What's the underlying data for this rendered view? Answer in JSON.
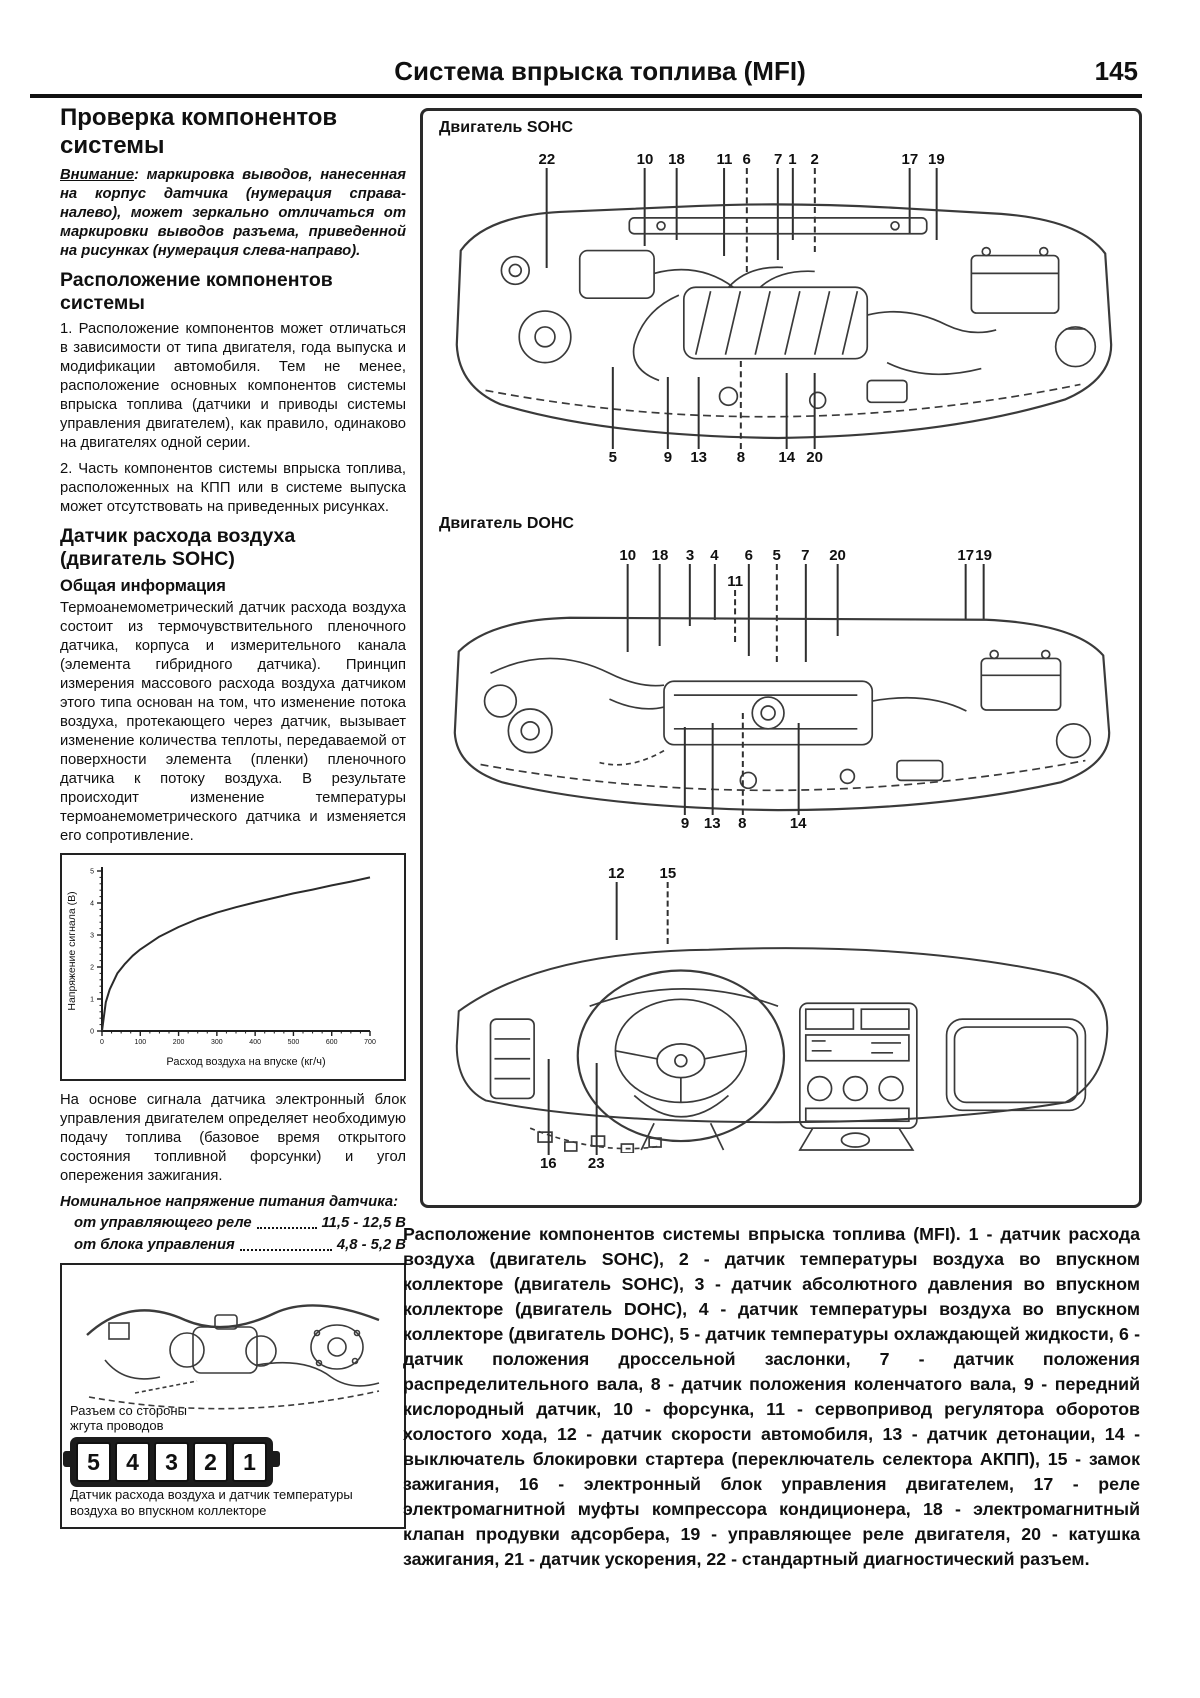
{
  "header": {
    "title": "Система впрыска топлива (MFI)",
    "page_number": "145"
  },
  "left_column": {
    "section1_title": "Проверка компонентов системы",
    "warning_label": "Внимание",
    "warning_text": ": маркировка выводов, нанесенная на корпус датчика (нумерация справа-налево), может зеркально отличаться от маркировки выводов разъема, приведенной на рисунках (нумерация слева-направо).",
    "section2_title": "Расположение компонентов системы",
    "para1": "1. Расположение компонентов может отличаться в зависимости от типа двигателя, года выпуска и модификации автомобиля. Тем не менее, расположение основных компонентов системы впрыска топлива (датчики и приводы системы управления двигателем), как правило, одинаково на двигателях одной серии.",
    "para2": "2. Часть компонентов системы впрыска топлива, расположенных на КПП или в системе выпуска может отсутствовать на приведенных рисунках.",
    "section3_title": "Датчик расхода воздуха (двигатель SOHC)",
    "subsection_title": "Общая информация",
    "para3": "Термоанемометрический датчик расхода воздуха состоит из термочувствительного пленочного датчика, корпуса и измерительного канала (элемента гибридного датчика). Принцип измерения массового расхода воздуха датчиком этого типа основан на том, что изменение потока воздуха, протекающего через датчик, вызывает изменение количества теплоты, передаваемой от поверхности элемента (пленки) пленочного датчика к потоку воздуха. В результате происходит изменение температуры термоанемометрического датчика и изменяется его сопротивление.",
    "para4": "На основе сигнала датчика электронный блок управления двигателем определяет необходимую подачу топлива (базовое время открытого состояния топливной форсунки) и угол опережения зажигания.",
    "spec_intro": "Номинальное напряжение питания датчика:",
    "spec_rows": [
      {
        "label": "от управляющего реле",
        "value": "11,5 - 12,5 В"
      },
      {
        "label": "от блока управления",
        "value": "4,8 - 5,2 В"
      }
    ],
    "figure": {
      "connector_label": "Разъем со стороны жгута проводов",
      "connector_pins": [
        "5",
        "4",
        "3",
        "2",
        "1"
      ],
      "caption": "Датчик расхода воздуха и датчик температуры воздуха во впускном коллекторе"
    }
  },
  "chart_data": {
    "type": "line",
    "title": "",
    "xlabel": "Расход воздуха на впуске (кг/ч)",
    "ylabel": "Напряжение сигнала (В)",
    "xlim": [
      0,
      700
    ],
    "ylim": [
      0,
      5
    ],
    "x_ticks": [
      0,
      100,
      200,
      300,
      400,
      500,
      600,
      700
    ],
    "y_ticks": [
      0,
      1,
      2,
      3,
      4,
      5
    ],
    "grid": false,
    "legend": false,
    "series": [
      {
        "points": [
          [
            0,
            0
          ],
          [
            10,
            0.9
          ],
          [
            20,
            1.3
          ],
          [
            40,
            1.8
          ],
          [
            60,
            2.1
          ],
          [
            80,
            2.35
          ],
          [
            100,
            2.55
          ],
          [
            150,
            2.95
          ],
          [
            200,
            3.25
          ],
          [
            250,
            3.5
          ],
          [
            300,
            3.7
          ],
          [
            350,
            3.87
          ],
          [
            400,
            4.02
          ],
          [
            450,
            4.16
          ],
          [
            500,
            4.3
          ],
          [
            550,
            4.42
          ],
          [
            600,
            4.55
          ],
          [
            650,
            4.67
          ],
          [
            700,
            4.8
          ]
        ]
      }
    ]
  },
  "right_column": {
    "sohc_label": "Двигатель SOHC",
    "dohc_label": "Двигатель DOHC",
    "sohc_top": [
      {
        "n": "22",
        "x": 17.3,
        "h": 100
      },
      {
        "n": "10",
        "x": 31.0,
        "h": 78
      },
      {
        "n": "18",
        "x": 35.4,
        "h": 72
      },
      {
        "n": "11",
        "x": 42.1,
        "h": 88
      },
      {
        "n": "6",
        "x": 45.2,
        "h": 104,
        "dash": true
      },
      {
        "n": "7",
        "x": 49.6,
        "h": 92
      },
      {
        "n": "1",
        "x": 51.6,
        "h": 72
      },
      {
        "n": "2",
        "x": 54.7,
        "h": 84,
        "dash": true
      },
      {
        "n": "17",
        "x": 68.0,
        "h": 66
      },
      {
        "n": "19",
        "x": 71.7,
        "h": 72
      }
    ],
    "sohc_bottom": [
      {
        "n": "5",
        "x": 26.5,
        "h": 82
      },
      {
        "n": "9",
        "x": 34.2,
        "h": 72
      },
      {
        "n": "13",
        "x": 38.5,
        "h": 72
      },
      {
        "n": "8",
        "x": 44.4,
        "h": 88,
        "dash": true
      },
      {
        "n": "14",
        "x": 50.8,
        "h": 76
      },
      {
        "n": "20",
        "x": 54.7,
        "h": 76
      }
    ],
    "dohc_top": [
      {
        "n": "10",
        "x": 28.6,
        "h": 88
      },
      {
        "n": "18",
        "x": 33.1,
        "h": 82
      },
      {
        "n": "3",
        "x": 37.3,
        "h": 62
      },
      {
        "n": "4",
        "x": 40.7,
        "h": 56
      },
      {
        "n": "11",
        "x": 43.6,
        "h": 52,
        "dy": 26,
        "dash": true
      },
      {
        "n": "6",
        "x": 45.5,
        "h": 92
      },
      {
        "n": "5",
        "x": 49.4,
        "h": 98,
        "dash": true
      },
      {
        "n": "7",
        "x": 53.4,
        "h": 98
      },
      {
        "n": "20",
        "x": 57.9,
        "h": 72
      },
      {
        "n": "17",
        "x": 75.8,
        "h": 56
      },
      {
        "n": "19",
        "x": 78.3,
        "h": 56
      }
    ],
    "dohc_bottom": [
      {
        "n": "9",
        "x": 36.6,
        "h": 88
      },
      {
        "n": "13",
        "x": 40.4,
        "h": 92
      },
      {
        "n": "8",
        "x": 44.6,
        "h": 102,
        "dash": true
      },
      {
        "n": "14",
        "x": 52.4,
        "h": 92
      }
    ],
    "dash_top": [
      {
        "n": "12",
        "x": 27.0,
        "h": 58
      },
      {
        "n": "15",
        "x": 34.2,
        "h": 62,
        "dash": true
      }
    ],
    "dash_bottom": [
      {
        "n": "16",
        "x": 17.5,
        "h": 96
      },
      {
        "n": "23",
        "x": 24.2,
        "h": 92
      }
    ]
  },
  "caption": {
    "text": "Расположение компонентов системы впрыска топлива (MFI). 1 - датчик расхода воздуха (двигатель SOHC), 2 - датчик температуры воздуха во впускном коллекторе (двигатель SOHC), 3 - датчик абсолютного давления во впускном коллекторе (двигатель DOHC), 4 - датчик температуры воздуха во впускном коллекторе (двигатель DOHC), 5 - датчик температуры охлаждающей жидкости, 6 - датчик положения дроссельной заслонки, 7 - датчик положения распределительного вала, 8 - датчик положения коленчатого вала, 9 - передний кислородный датчик, 10 - форсунка, 11 - сервопривод регулятора оборотов холостого хода, 12 - датчик скорости автомобиля, 13 - датчик детонации, 14 - выключатель блокировки стартера (переключатель селектора АКПП), 15 - замок зажигания, 16 - электронный блок управления двигателем, 17 - реле электромагнитной муфты компрессора кондиционера, 18 - электромагнитный клапан продувки адсорбера, 19 - управляющее реле двигателя, 20 - катушка зажигания, 21 - датчик ускорения, 22 - стандартный диагностический разъем."
  }
}
